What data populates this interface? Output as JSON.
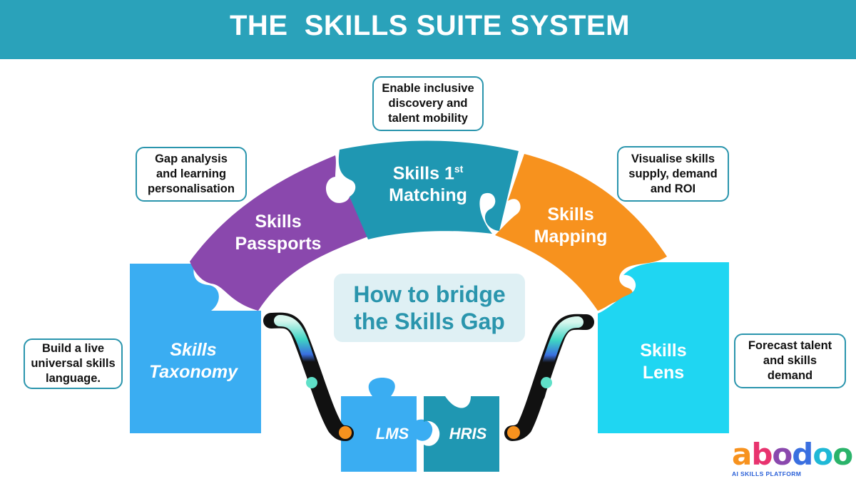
{
  "title": "THE  SKILLS SUITE SYSTEM",
  "center": {
    "line1": "How to bridge",
    "line2": "the Skills Gap"
  },
  "pieces": {
    "taxonomy": {
      "line1": "Skills",
      "line2": "Taxonomy",
      "color": "#3aadf2"
    },
    "passports": {
      "line1": "Skills",
      "line2": "Passports",
      "color": "#8a48ad"
    },
    "matching": {
      "line1": "Skills 1",
      "sup": "st",
      "line2": "Matching",
      "color": "#1f97b2"
    },
    "mapping": {
      "line1": "Skills",
      "line2": "Mapping",
      "color": "#f7921e"
    },
    "lens": {
      "line1": "Skills",
      "line2": "Lens",
      "color": "#1fd6f2"
    },
    "lms": {
      "label": "LMS",
      "color": "#3aadf2"
    },
    "hris": {
      "label": "HRIS",
      "color": "#1f97b2"
    }
  },
  "callouts": {
    "taxonomy": [
      "Build a live",
      "universal skills",
      "language."
    ],
    "passports": [
      "Gap analysis",
      "and learning",
      "personalisation"
    ],
    "matching": [
      "Enable inclusive",
      "discovery and",
      "talent mobility"
    ],
    "mapping": [
      "Visualise skills",
      "supply, demand",
      "and ROI"
    ],
    "lens": [
      "Forecast talent",
      "and skills",
      "demand"
    ]
  },
  "logo": {
    "letters": [
      "a",
      "b",
      "o",
      "d",
      "o",
      "o"
    ],
    "letter_colors": [
      "#f7921e",
      "#e8336e",
      "#8a48ad",
      "#3a6fe0",
      "#1fb8d6",
      "#2ab36a"
    ],
    "tagline": "AI SKILLS PLATFORM"
  },
  "colors": {
    "header": "#2aa2ba",
    "callout_border": "#2a95ad",
    "center_text": "#2a95ad",
    "center_bg": "#dff0f4"
  }
}
